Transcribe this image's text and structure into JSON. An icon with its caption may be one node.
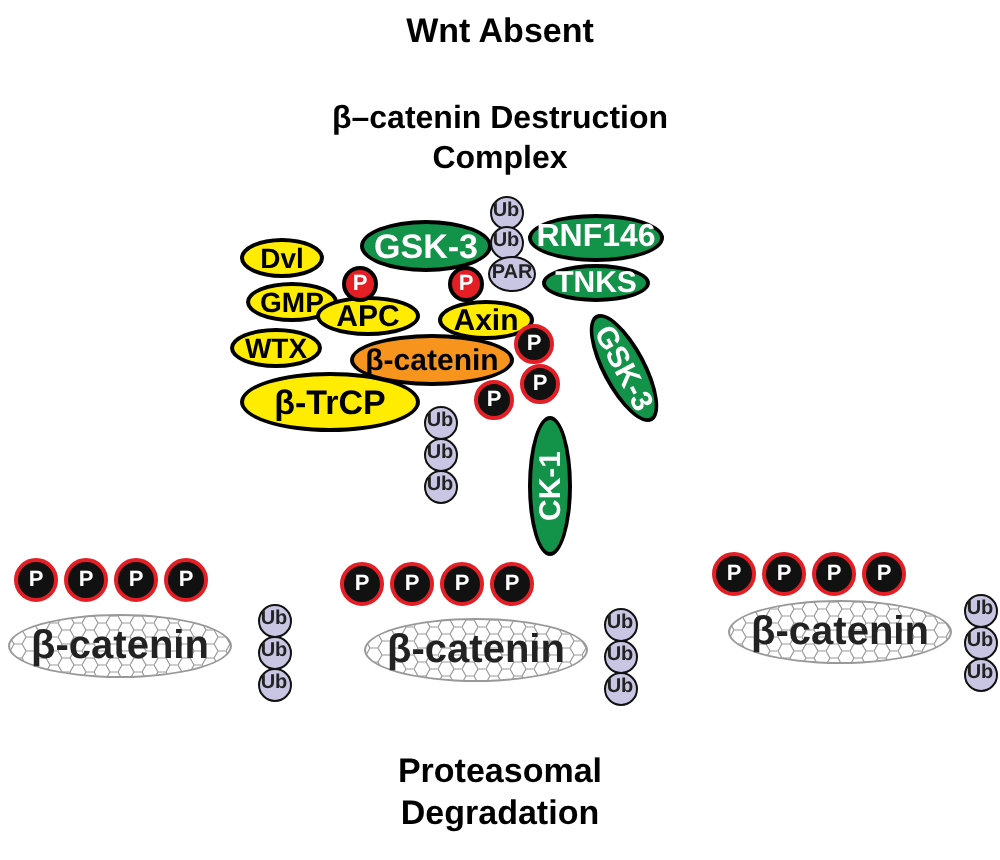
{
  "diagram": {
    "title": "Wnt Absent",
    "nodes": [
      {
        "text": [
          "Ub"
        ]
      },
      {
        "text": [
          "Ub"
        ]
      },
      {
        "text": [
          "GSK-3"
        ]
      },
      {
        "text": [
          "RNF146"
        ]
      },
      {
        "text": [
          "Dvl"
        ]
      },
      {
        "text": [
          "PAR"
        ]
      },
      {
        "text": [
          "TNKS"
        ]
      },
      {
        "text": [
          "P"
        ]
      },
      {
        "text": [
          "P"
        ]
      },
      {
        "text": [
          "GMP"
        ]
      },
      {
        "text": [
          "APC"
        ]
      },
      {
        "text": [
          "Axin"
        ]
      },
      {
        "text": [
          "GSK-3"
        ]
      },
      {
        "text": [
          "WTX"
        ]
      },
      {
        "text": [
          "β-catenin"
        ]
      },
      {
        "text": [
          "P"
        ]
      },
      {
        "text": [
          "P"
        ]
      },
      {
        "text": [
          "β-TrCP"
        ]
      },
      {
        "text": [
          "P"
        ]
      },
      {
        "text": [
          "Ub"
        ]
      },
      {
        "text": [
          "CK-1"
        ]
      },
      {
        "text": [
          "Ub"
        ]
      },
      {
        "text": [
          "Ub"
        ]
      },
      {
        "text": [
          "P"
        ]
      },
      {
        "text": [
          "P"
        ]
      },
      {
        "text": [
          "P"
        ]
      },
      {
        "text": [
          "P"
        ]
      },
      {
        "text": [
          "β-catenin"
        ]
      },
      {
        "text": [
          "Ub"
        ]
      },
      {
        "text": [
          "Ub"
        ]
      },
      {
        "text": [
          "Ub"
        ]
      },
      {
        "text": [
          "P"
        ]
      },
      {
        "text": [
          "P"
        ]
      },
      {
        "text": [
          "P"
        ]
      },
      {
        "text": [
          "P"
        ]
      },
      {
        "text": [
          "β-catenin"
        ]
      },
      {
        "text": [
          "Ub"
        ]
      },
      {
        "text": [
          "Ub"
        ]
      },
      {
        "text": [
          "Ub"
        ]
      },
      {
        "text": [
          "P"
        ]
      },
      {
        "text": [
          "P"
        ]
      },
      {
        "text": [
          "P"
        ]
      },
      {
        "text": [
          "P"
        ]
      },
      {
        "text": [
          "β-catenin"
        ]
      },
      {
        "text": [
          "Ub"
        ]
      },
      {
        "text": [
          "Ub"
        ]
      },
      {
        "text": [
          "Ub"
        ]
      }
    ],
    "edges": [],
    "labels": [
      "β–catenin Destruction Complex",
      "Proteasomal Degradation"
    ]
  }
}
